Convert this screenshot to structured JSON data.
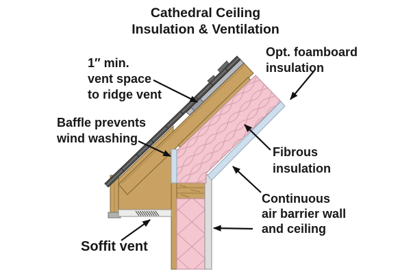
{
  "title": {
    "line1": "Cathedral Ceiling",
    "line2": "Insulation & Ventilation"
  },
  "labels": {
    "vent_space": {
      "lines": [
        "1″ min.",
        "vent space",
        "to ridge vent"
      ]
    },
    "foamboard": {
      "lines": [
        "Opt. foamboard",
        "insulation"
      ]
    },
    "baffle": {
      "lines": [
        "Baffle prevents",
        "wind washing"
      ]
    },
    "fibrous": {
      "lines": [
        "Fibrous",
        "insulation"
      ]
    },
    "air_barrier": {
      "lines": [
        "Continuous",
        "air barrier wall",
        "and ceiling"
      ]
    },
    "soffit_vent": {
      "lines": [
        "Soffit vent"
      ]
    }
  },
  "colors": {
    "insulation_pink": "#f3c6d0",
    "insulation_pattern": "#d99fae",
    "wood_tan": "#c9a263",
    "wood_outline": "#7d6233",
    "shingle_gray": "#4f4f4f",
    "vent_channel_gray": "#b7babf",
    "air_barrier_blue": "#cfdeec",
    "air_barrier_outline": "#8fa7bc",
    "drywall_gray": "#dedede",
    "text": "#171717",
    "arrow": "#111111",
    "background": "#ffffff"
  }
}
